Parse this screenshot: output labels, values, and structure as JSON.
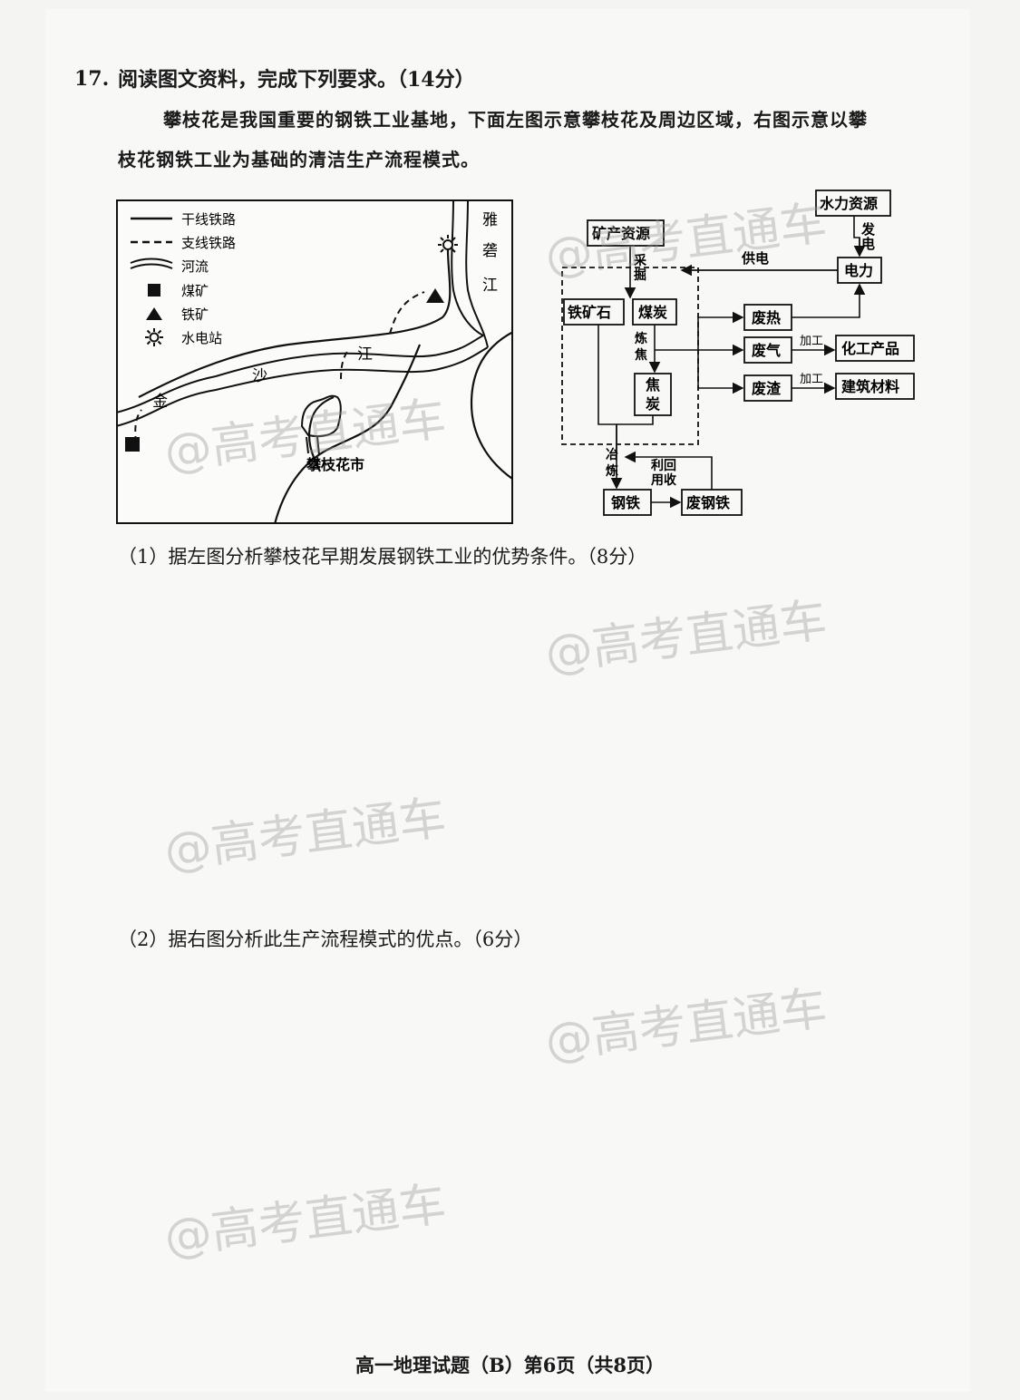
{
  "question": {
    "number": "17.",
    "title": "阅读图文资料，完成下列要求。（14分）",
    "intro_line1": "攀枝花是我国重要的钢铁工业基地，下面左图示意攀枝花及周边区域，右图示意以攀",
    "intro_line2": "枝花钢铁工业为基础的清洁生产流程模式。"
  },
  "map": {
    "legend": {
      "trunk_railway": "干线铁路",
      "branch_railway": "支线铁路",
      "river": "河流",
      "coal_mine": "煤矿",
      "iron_mine": "铁矿",
      "hydropower": "水电站"
    },
    "river_chars": [
      "金",
      "沙",
      "江"
    ],
    "yalong_chars": [
      "雅",
      "砻",
      "江"
    ],
    "city": "攀枝花市"
  },
  "flow": {
    "hydro": "水力资源",
    "fadian": [
      "发",
      "电"
    ],
    "mineral": "矿产资源",
    "gongdian": "供电",
    "power": "电力",
    "caijue": [
      "采",
      "掘"
    ],
    "iron_ore": "铁矿石",
    "coal": "煤炭",
    "lianjiao": [
      "炼",
      "焦"
    ],
    "coke": [
      "焦",
      "炭"
    ],
    "waste_heat": "废热",
    "waste_gas": "废气",
    "waste_slag": "废渣",
    "jiagong1": "加工",
    "jiagong2": "加工",
    "chemical": "化工产品",
    "building": "建筑材料",
    "yelian": [
      "冶",
      "炼"
    ],
    "recycle": [
      "利回",
      "用收"
    ],
    "steel": "钢铁",
    "scrap": "废钢铁"
  },
  "sub_questions": {
    "q1": "（1）据左图分析攀枝花早期发展钢铁工业的优势条件。（8分）",
    "q2": "（2）据右图分析此生产流程模式的优点。（6分）"
  },
  "footer": "高一地理试题（B）第6页（共8页）",
  "watermark": "@高考直通车"
}
